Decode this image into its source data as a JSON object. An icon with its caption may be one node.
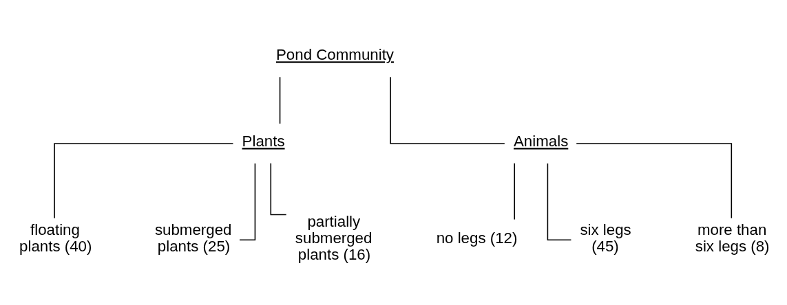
{
  "diagram": {
    "nodes": [
      {
        "text": [
          "Pond Community"
        ]
      },
      {
        "text": [
          "Plants"
        ]
      },
      {
        "text": [
          "Animals"
        ]
      },
      {
        "text": [
          "floating plants (40)"
        ]
      },
      {
        "text": [
          "submerged plants (25)"
        ]
      },
      {
        "text": [
          "partially submerged plants (16)"
        ]
      },
      {
        "text": [
          "no legs (12)"
        ]
      },
      {
        "text": [
          "six legs (45)"
        ]
      },
      {
        "text": [
          "more than six legs (8)"
        ]
      }
    ],
    "edges": [
      {
        "from": 0,
        "to": 1,
        "arrow": "none"
      },
      {
        "from": 0,
        "to": 2,
        "arrow": "none"
      },
      {
        "from": 1,
        "to": 3,
        "arrow": "none"
      },
      {
        "from": 1,
        "to": 4,
        "arrow": "none"
      },
      {
        "from": 1,
        "to": 5,
        "arrow": "none"
      },
      {
        "from": 2,
        "to": 6,
        "arrow": "none"
      },
      {
        "from": 2,
        "to": 7,
        "arrow": "none"
      },
      {
        "from": 2,
        "to": 8,
        "arrow": "none"
      }
    ]
  }
}
